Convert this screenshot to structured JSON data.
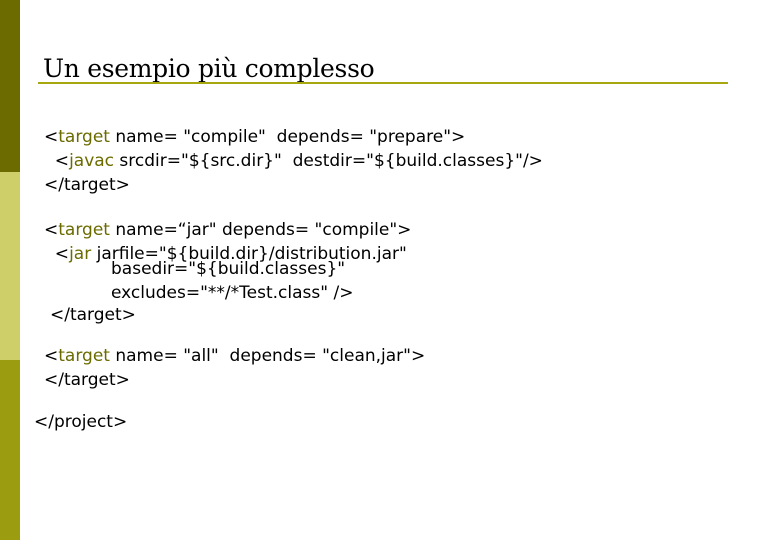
{
  "slide": {
    "title": "Un esempio più complesso",
    "colors": {
      "sidebar_top": "#6b6b00",
      "sidebar_mid": "#cfcf6a",
      "sidebar_bottom": "#9c9c10",
      "title_rule": "#a7a70f",
      "keyword": "#6b6b00",
      "text": "#000000"
    }
  },
  "code": {
    "l1": {
      "pre": "<",
      "kw": "target",
      "post": " name= \"compile\"  depends= \"prepare\">"
    },
    "l2": {
      "pre": "  <",
      "kw": "javac",
      "post": " srcdir=\"${src.dir}\"  destdir=\"${build.classes}\"/>"
    },
    "l3": {
      "text": "</target>"
    },
    "l4": {
      "pre": "<",
      "kw": "target",
      "post": " name=“jar\" depends= \"compile\">"
    },
    "l5": {
      "pre": "  <",
      "kw": "jar",
      "post": " jarfile=\"${build.dir}/distribution.jar\""
    },
    "l6": {
      "text": "basedir=\"${build.classes}\""
    },
    "l7": {
      "text": "excludes=\"**/*Test.class\" />"
    },
    "l8": {
      "text": "</target>"
    },
    "l9": {
      "pre": "<",
      "kw": "target",
      "post": " name= \"all\"  depends= \"clean,jar\">"
    },
    "l10": {
      "text": "</target>"
    },
    "l11": {
      "text": "</project>"
    }
  }
}
